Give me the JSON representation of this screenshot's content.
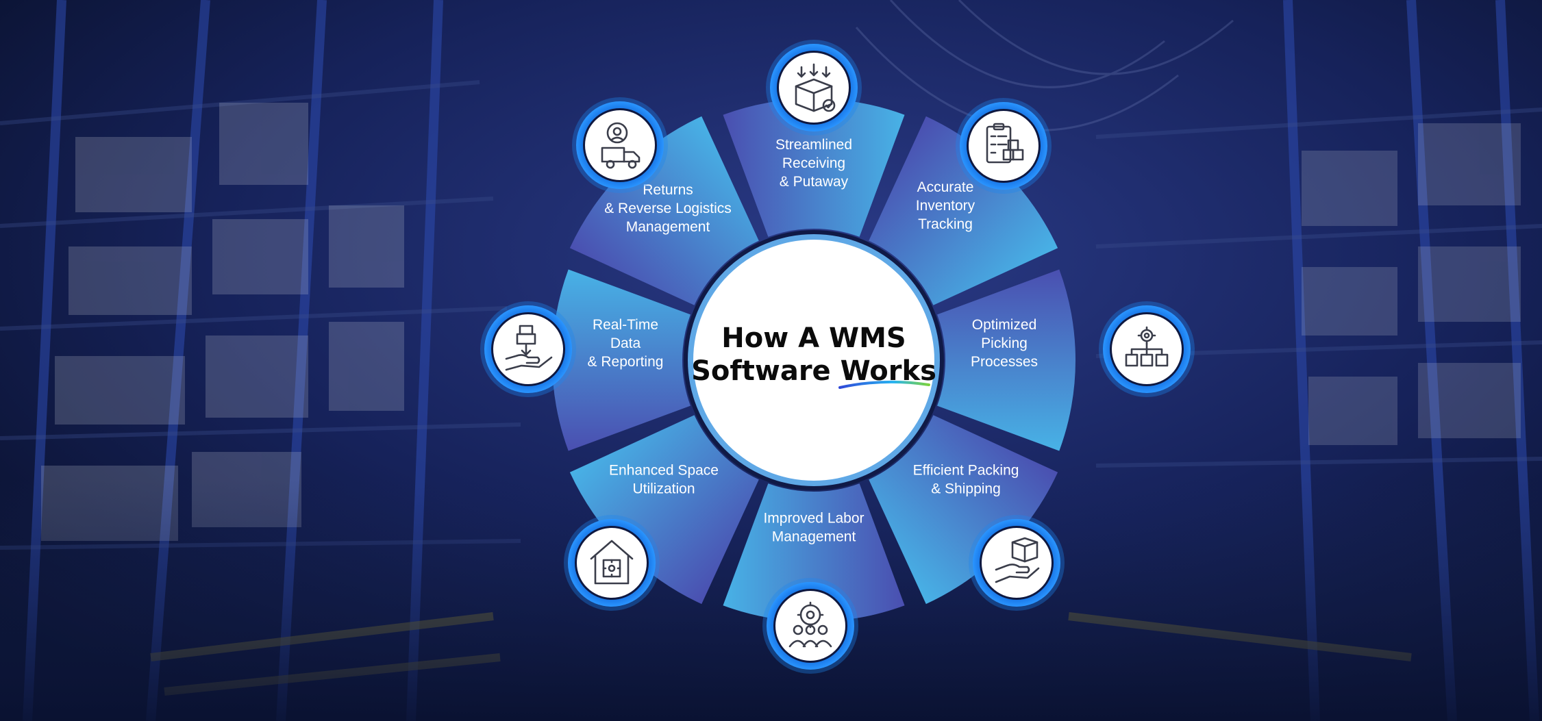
{
  "title": {
    "line1": "How A WMS",
    "line2": "Software Works"
  },
  "colors": {
    "segment_light": "#48b2e6",
    "segment_dark": "#4a4fb0",
    "badge_ring": "#1c86f2",
    "underline": [
      "#2f49d8",
      "#27b3f1",
      "#7cd23b"
    ]
  },
  "segments": [
    {
      "lines": [
        "Streamlined",
        "Receiving",
        "& Putaway"
      ],
      "icon": "box-receiving-icon"
    },
    {
      "lines": [
        "Accurate",
        "Inventory",
        "Tracking"
      ],
      "icon": "clipboard-inventory-icon"
    },
    {
      "lines": [
        "Optimized",
        "Picking",
        "Processes"
      ],
      "icon": "gear-boxes-icon"
    },
    {
      "lines": [
        "Efficient Packing",
        "& Shipping"
      ],
      "icon": "hand-package-icon"
    },
    {
      "lines": [
        "Improved Labor",
        "Management"
      ],
      "icon": "team-gear-icon"
    },
    {
      "lines": [
        "Enhanced Space",
        "Utilization"
      ],
      "icon": "warehouse-icon"
    },
    {
      "lines": [
        "Real-Time",
        "Data",
        "& Reporting"
      ],
      "icon": "hand-boxes-icon"
    },
    {
      "lines": [
        "Returns",
        "& Reverse Logistics",
        "Management"
      ],
      "icon": "truck-gear-icon"
    }
  ]
}
